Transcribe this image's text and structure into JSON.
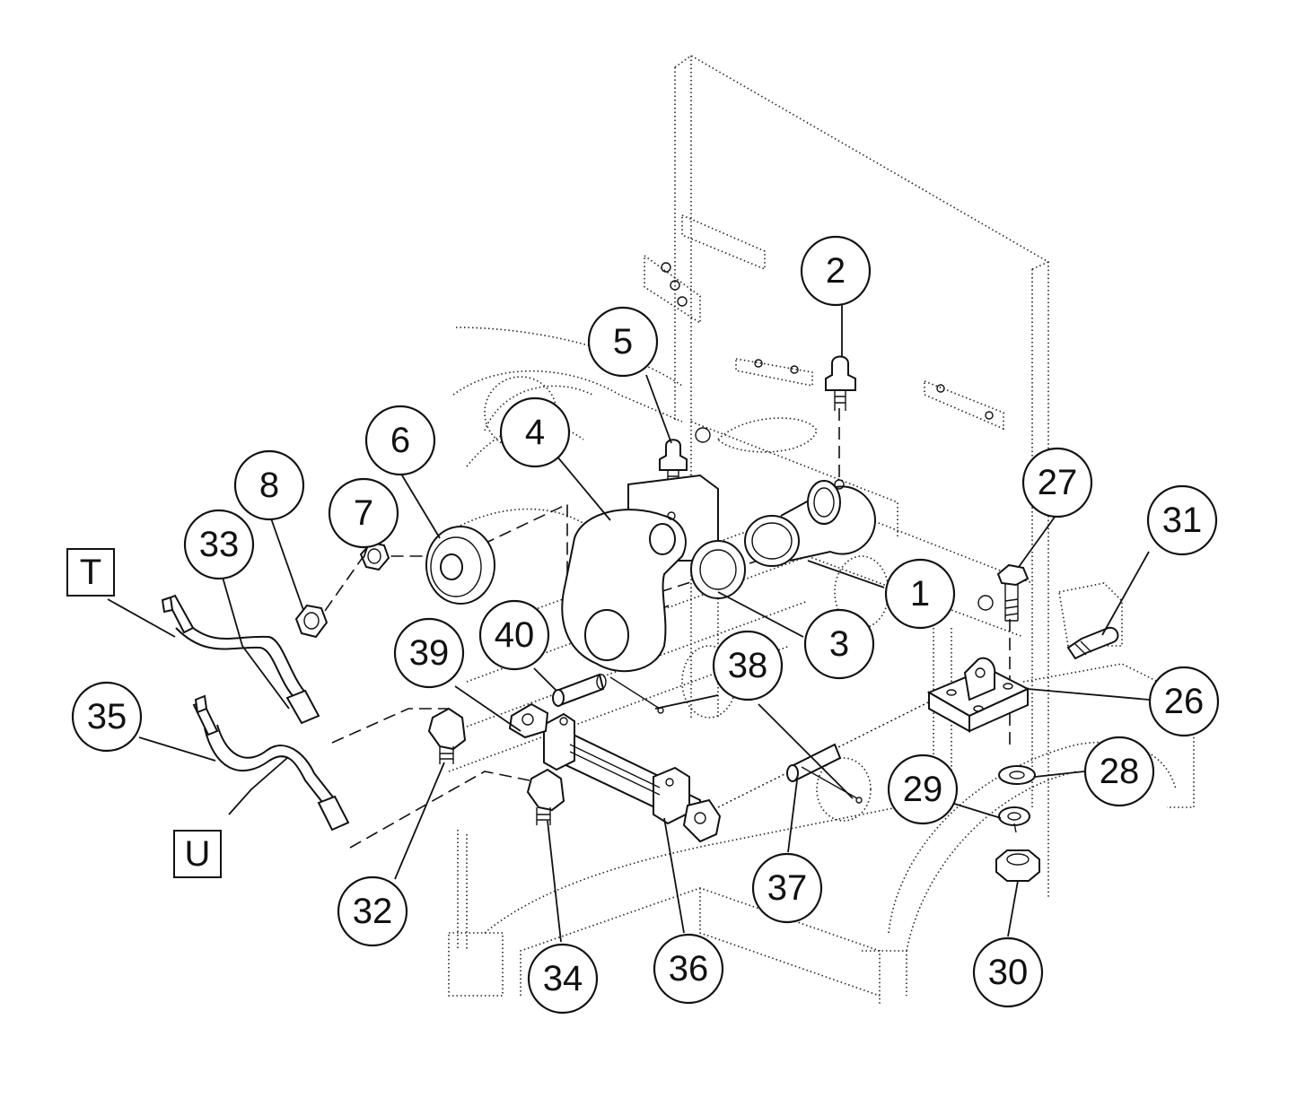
{
  "callouts": [
    {
      "id": "c1",
      "label": "1"
    },
    {
      "id": "c2",
      "label": "2"
    },
    {
      "id": "c3",
      "label": "3"
    },
    {
      "id": "c4",
      "label": "4"
    },
    {
      "id": "c5",
      "label": "5"
    },
    {
      "id": "c6",
      "label": "6"
    },
    {
      "id": "c7",
      "label": "7"
    },
    {
      "id": "c8",
      "label": "8"
    },
    {
      "id": "c26",
      "label": "26"
    },
    {
      "id": "c27",
      "label": "27"
    },
    {
      "id": "c28",
      "label": "28"
    },
    {
      "id": "c29",
      "label": "29"
    },
    {
      "id": "c30",
      "label": "30"
    },
    {
      "id": "c31",
      "label": "31"
    },
    {
      "id": "c32",
      "label": "32"
    },
    {
      "id": "c33",
      "label": "33"
    },
    {
      "id": "c34",
      "label": "34"
    },
    {
      "id": "c35",
      "label": "35"
    },
    {
      "id": "c36",
      "label": "36"
    },
    {
      "id": "c37",
      "label": "37"
    },
    {
      "id": "c38",
      "label": "38"
    },
    {
      "id": "c39",
      "label": "39"
    },
    {
      "id": "c40",
      "label": "40"
    }
  ],
  "port_labels": [
    {
      "id": "pT",
      "label": "T"
    },
    {
      "id": "pU",
      "label": "U"
    }
  ]
}
